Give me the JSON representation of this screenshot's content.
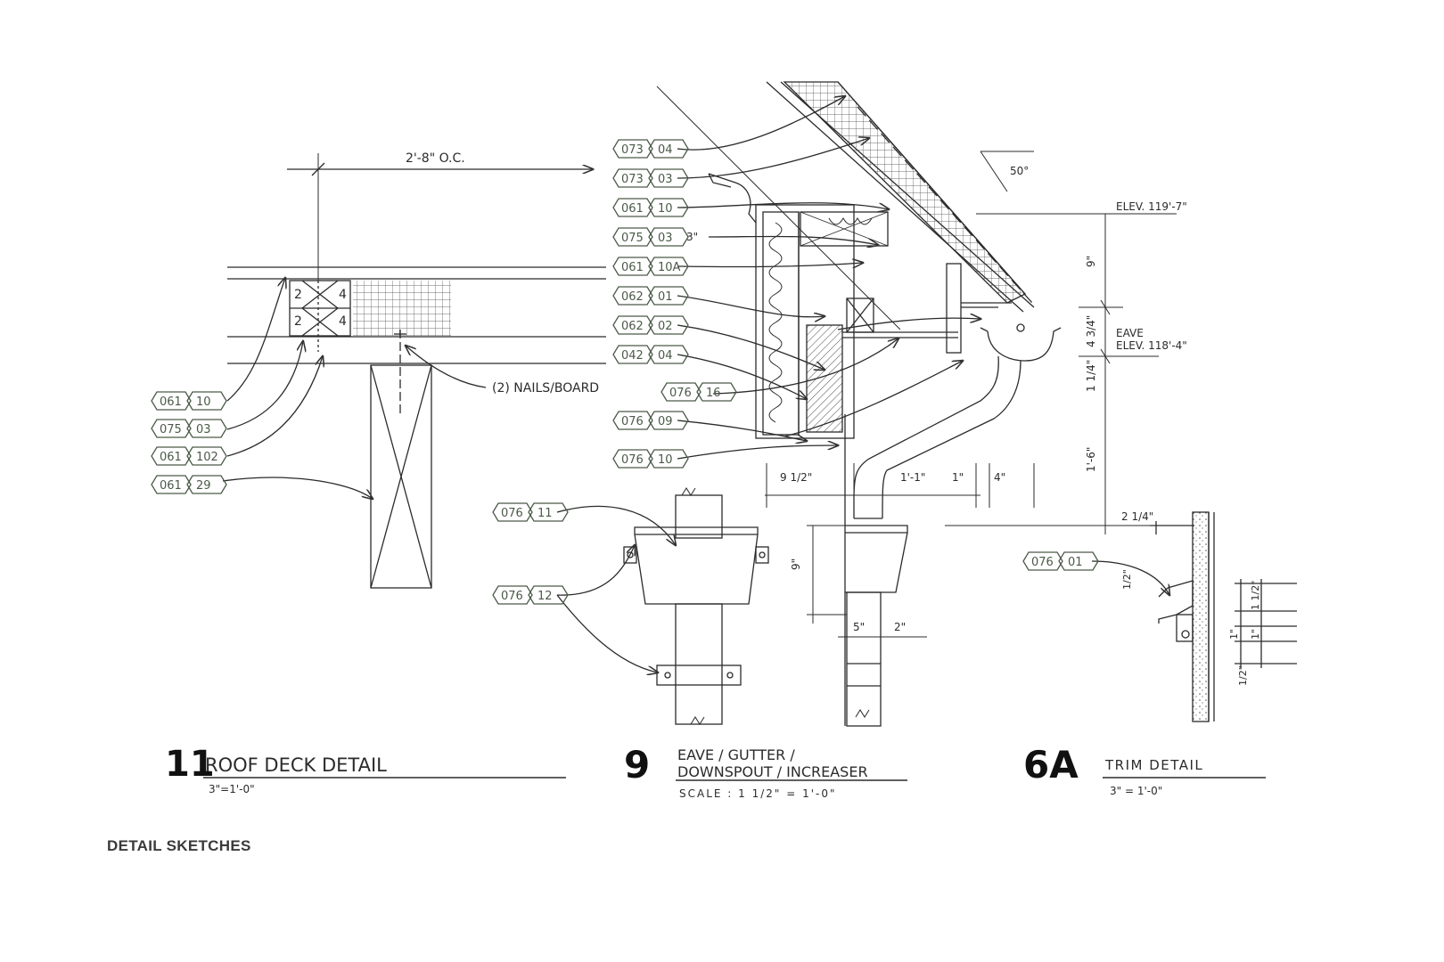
{
  "page_caption": "DETAIL SKETCHES",
  "colors": {
    "ink": "#2b2b2b",
    "tag_ink": "#4a5a48",
    "paper": "#ffffff"
  },
  "details": {
    "roof_deck": {
      "number": "11",
      "title": "ROOF DECK DETAIL",
      "scale": "3\"=1'-0\"",
      "spacing_dim": "2'-8\" O.C.",
      "nails_note": "(2) NAILS/BOARD",
      "block_digits": [
        "2",
        "4",
        "2",
        "4"
      ],
      "tags": [
        {
          "a": "061",
          "b": "10"
        },
        {
          "a": "075",
          "b": "03"
        },
        {
          "a": "061",
          "b": "102"
        },
        {
          "a": "061",
          "b": "29"
        }
      ]
    },
    "eave": {
      "number": "9",
      "title_line1": "EAVE / GUTTER /",
      "title_line2": "DOWNSPOUT / INCREASER",
      "scale": "SCALE : 1 1/2\" = 1'-0\"",
      "angle": "50°",
      "elev_top": "ELEV. 119'-7\"",
      "elev_eave_1": "EAVE",
      "elev_eave_2": "ELEV. 118'-4\"",
      "dims": {
        "d_9_top": "9\"",
        "d_4_3_4": "4 3/4\"",
        "d_1_1_4": "1 1/4\"",
        "d_1_6": "1'-6\"",
        "d_9_1_2": "9 1/2\"",
        "d_1_1": "1'-1\"",
        "d_1": "1\"",
        "d_4": "4\"",
        "d_9_side": "9\"",
        "d_5": "5\"",
        "d_2": "2\"",
        "d_3": "3\""
      },
      "tags": [
        {
          "a": "073",
          "b": "04"
        },
        {
          "a": "073",
          "b": "03"
        },
        {
          "a": "061",
          "b": "10"
        },
        {
          "a": "075",
          "b": "03"
        },
        {
          "a": "061",
          "b": "10A"
        },
        {
          "a": "062",
          "b": "01"
        },
        {
          "a": "062",
          "b": "02"
        },
        {
          "a": "042",
          "b": "04"
        },
        {
          "a": "076",
          "b": "09"
        },
        {
          "a": "076",
          "b": "10"
        }
      ],
      "tag_mid": {
        "a": "076",
        "b": "16"
      },
      "increaser_tags": [
        {
          "a": "076",
          "b": "11"
        },
        {
          "a": "076",
          "b": "12"
        }
      ]
    },
    "trim": {
      "number": "6A",
      "title": "TRIM DETAIL",
      "scale": "3\" = 1'-0\"",
      "tag": {
        "a": "076",
        "b": "01"
      },
      "dims": {
        "d_2_1_4": "2 1/4\"",
        "d_1_2": "1/2\"",
        "d_1_1_2": "1 1/2\"",
        "d_1": "1\"",
        "d_1b": "1\"",
        "d_1_2b": "1/2\""
      }
    }
  }
}
